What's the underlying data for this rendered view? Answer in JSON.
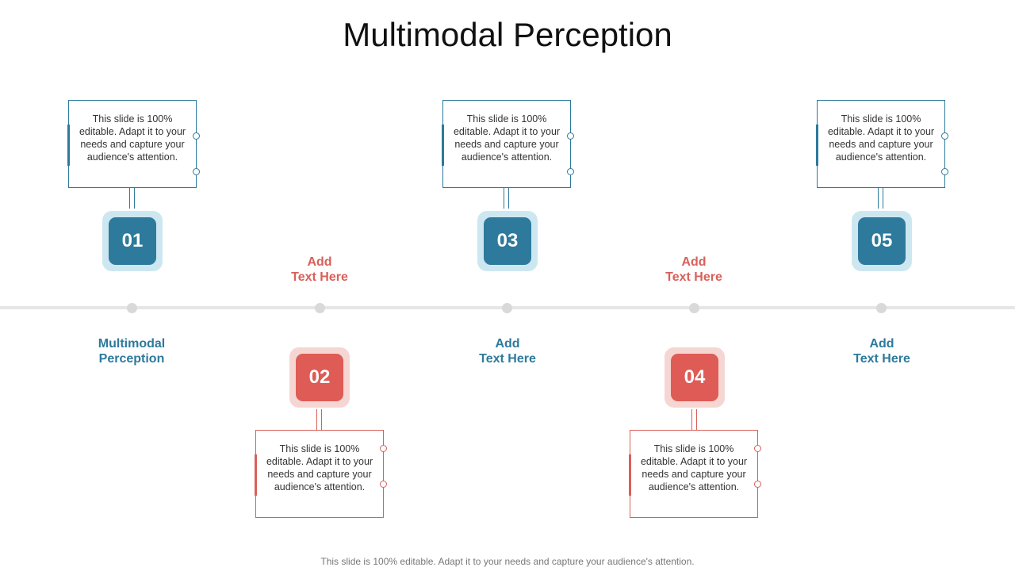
{
  "title": "Multimodal Perception",
  "colors": {
    "blue": "#2d7a9c",
    "red": "#de5b56",
    "blue_light": "#cde7f1",
    "red_light": "#f6d6d3"
  },
  "steps": [
    {
      "number": "01",
      "label_line1": "Multimodal",
      "label_line2": "Perception",
      "description": "This slide is 100% editable. Adapt it to your needs and capture your audience's attention."
    },
    {
      "number": "02",
      "label_line1": "Add",
      "label_line2": "Text Here",
      "description": "This slide is 100% editable. Adapt it to your needs and capture your audience's attention."
    },
    {
      "number": "03",
      "label_line1": "Add",
      "label_line2": "Text Here",
      "description": "This slide is 100% editable. Adapt it to your needs and capture your audience's attention."
    },
    {
      "number": "04",
      "label_line1": "Add",
      "label_line2": "Text Here",
      "description": "This slide is 100% editable. Adapt it to your needs and capture your audience's attention."
    },
    {
      "number": "05",
      "label_line1": "Add",
      "label_line2": "Text Here",
      "description": "This slide is 100% editable. Adapt it to your needs and capture your audience's attention."
    }
  ],
  "footer": "This slide is 100% editable. Adapt it to your needs and capture your audience's attention."
}
